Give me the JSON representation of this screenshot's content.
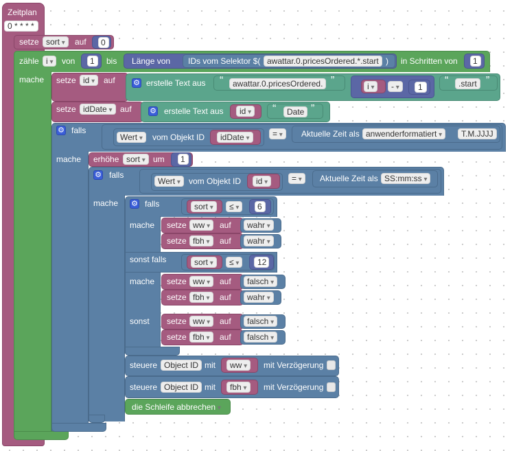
{
  "workspace": {
    "hat": {
      "title": "Zeitplan",
      "cron": "0 * * * *"
    },
    "set_sort": {
      "setze": "setze",
      "var": "sort",
      "auf": "auf",
      "value": "0"
    },
    "loop": {
      "zaehle": "zähle",
      "var": "i",
      "von": "von",
      "from": "1",
      "bis": "bis",
      "laenge_von": "Länge von",
      "ids_selector": "IDs vom Selektor $(",
      "selector": "awattar.0.pricesOrdered.*.start",
      "close_paren": ")",
      "in_schritten": "in Schritten von",
      "step": "1",
      "mache": "mache"
    },
    "set_id": {
      "setze": "setze",
      "var": "id",
      "auf": "auf",
      "erstelle_text": "erstelle Text aus",
      "text1": "awattar.0.pricesOrdered.",
      "var_i": "i",
      "minus": "-",
      "num": "1",
      "text2": ".start"
    },
    "set_iddate": {
      "setze": "setze",
      "var": "idDate",
      "auf": "auf",
      "erstelle_text": "erstelle Text aus",
      "var_id": "id",
      "text": "Date"
    },
    "if1": {
      "falls": "falls",
      "wert": "Wert",
      "vom_objekt": "vom Objekt ID",
      "var": "idDate",
      "op": "=",
      "aktuelle_zeit": "Aktuelle Zeit als",
      "format_type": "anwenderformatiert",
      "format": "T.M.JJJJ",
      "mache": "mache"
    },
    "incr": {
      "erhoehe": "erhöhe",
      "var": "sort",
      "um": "um",
      "value": "1"
    },
    "if2": {
      "falls": "falls",
      "wert": "Wert",
      "vom_objekt": "vom Objekt ID",
      "var": "id",
      "op": "=",
      "aktuelle_zeit": "Aktuelle Zeit als",
      "format": "SS:mm:ss",
      "mache": "mache"
    },
    "if3": {
      "falls": "falls",
      "cond1": {
        "var": "sort",
        "op": "≤",
        "value": "6"
      },
      "mache": "mache",
      "set1a": {
        "setze": "setze",
        "var": "ww",
        "auf": "auf",
        "value": "wahr"
      },
      "set1b": {
        "setze": "setze",
        "var": "fbh",
        "auf": "auf",
        "value": "wahr"
      },
      "sonst_falls": "sonst falls",
      "cond2": {
        "var": "sort",
        "op": "≤",
        "value": "12"
      },
      "mache2": "mache",
      "set2a": {
        "setze": "setze",
        "var": "ww",
        "auf": "auf",
        "value": "falsch"
      },
      "set2b": {
        "setze": "setze",
        "var": "fbh",
        "auf": "auf",
        "value": "wahr"
      },
      "sonst": "sonst",
      "set3a": {
        "setze": "setze",
        "var": "ww",
        "auf": "auf",
        "value": "falsch"
      },
      "set3b": {
        "setze": "setze",
        "var": "fbh",
        "auf": "auf",
        "value": "falsch"
      }
    },
    "control1": {
      "steuere": "steuere",
      "object_id": "Object ID",
      "mit": "mit",
      "var": "ww",
      "delay": "mit Verzögerung"
    },
    "control2": {
      "steuere": "steuere",
      "object_id": "Object ID",
      "mit": "mit",
      "var": "fbh",
      "delay": "mit Verzögerung"
    },
    "break": {
      "label": "die Schleife abbrechen"
    }
  },
  "colors": {
    "event": "#a55b80",
    "variable": "#a55b80",
    "loop": "#5ba55b",
    "logic": "#5b80a5",
    "text": "#5ba58c",
    "math": "#5b67a5",
    "gear": "#3a5ed8"
  }
}
